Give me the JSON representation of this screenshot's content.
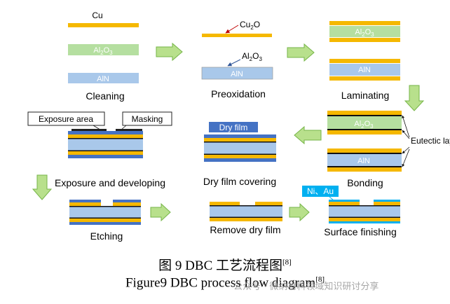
{
  "colors": {
    "copper": "#F5B800",
    "alumina": "#B5DFA0",
    "aln": "#A9C8EA",
    "eutectic": "#111111",
    "arrow_fill": "#B8E08C",
    "arrow_stroke": "#76B548",
    "label_blue": "#4472C4",
    "label_cyan": "#00B0F0",
    "annot_red": "#C00000",
    "annot_blue": "#2F5597"
  },
  "steps": {
    "cleaning": "Cleaning",
    "preoxidation": "Preoxidation",
    "laminating": "Laminating",
    "bonding": "Bonding",
    "dry_film_covering": "Dry film covering",
    "exposure_developing": "Exposure and developing",
    "etching": "Etching",
    "remove_dry_film": "Remove dry film",
    "surface_finishing": "Surface finishing"
  },
  "labels": {
    "cu": "Cu",
    "al2o3_main": "Al",
    "al2o3_sub": "2",
    "al2o3_end": "O",
    "al2o3_sub2": "3",
    "aln": "AlN",
    "cu2o_main": "Cu",
    "cu2o_sub": "2",
    "cu2o_end": "O",
    "eutectic_layer": "Eutectic layer",
    "dry_film": "Dry film",
    "exposure_area": "Exposure area",
    "masking": "Masking",
    "ni_au": "Ni、Au"
  },
  "caption": {
    "cn": "图 9 DBC 工艺流程图",
    "en": "Figure9 DBC process flow diagram",
    "ref": "[8]"
  },
  "watermark": "公众号 · 微纳材料领域知识研讨分享"
}
